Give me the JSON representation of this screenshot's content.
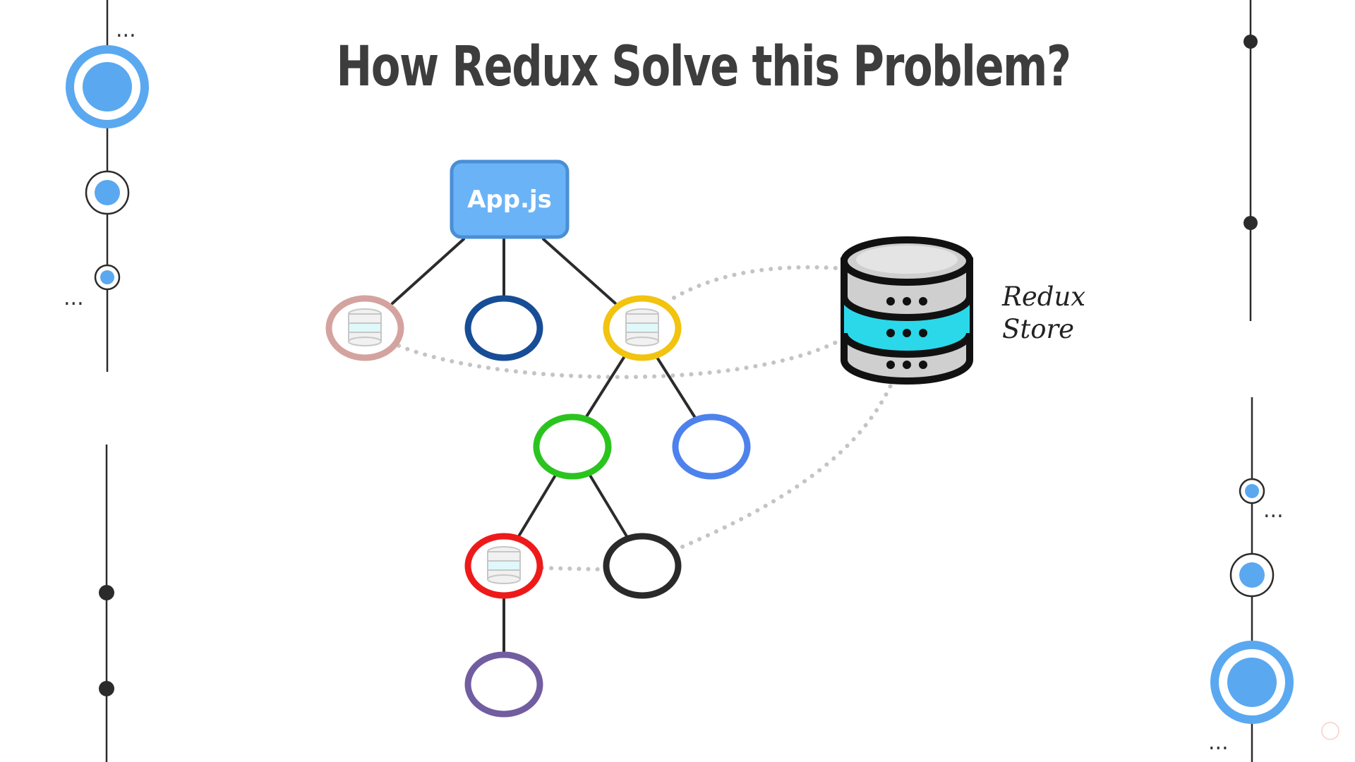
{
  "slide": {
    "title": "How Redux Solve this Problem?"
  },
  "app_node": {
    "label": "App.js",
    "color": "#6bb3f7",
    "border": "#4a8fd6"
  },
  "store": {
    "label_line1": "Redux",
    "label_line2": "Store",
    "accent": "#2bd8ea"
  },
  "components": [
    {
      "id": "child-1",
      "color": "#d4a39f",
      "connected_to_store": true
    },
    {
      "id": "child-2",
      "color": "#174d96",
      "connected_to_store": false
    },
    {
      "id": "child-3",
      "color": "#f2c30f",
      "connected_to_store": true
    },
    {
      "id": "grandchild-1",
      "color": "#2bc41f",
      "connected_to_store": false
    },
    {
      "id": "grandchild-2",
      "color": "#4d82ec",
      "connected_to_store": false
    },
    {
      "id": "great-grandchild-1",
      "color": "#ee1a1a",
      "connected_to_store": true
    },
    {
      "id": "great-grandchild-2",
      "color": "#2a2a2a",
      "connected_to_store": true
    },
    {
      "id": "leaf",
      "color": "#715da0",
      "connected_to_store": false
    }
  ],
  "decor": {
    "accent": "#5aa8f0",
    "line": "#2b2b2b",
    "ellipsis": "..."
  }
}
